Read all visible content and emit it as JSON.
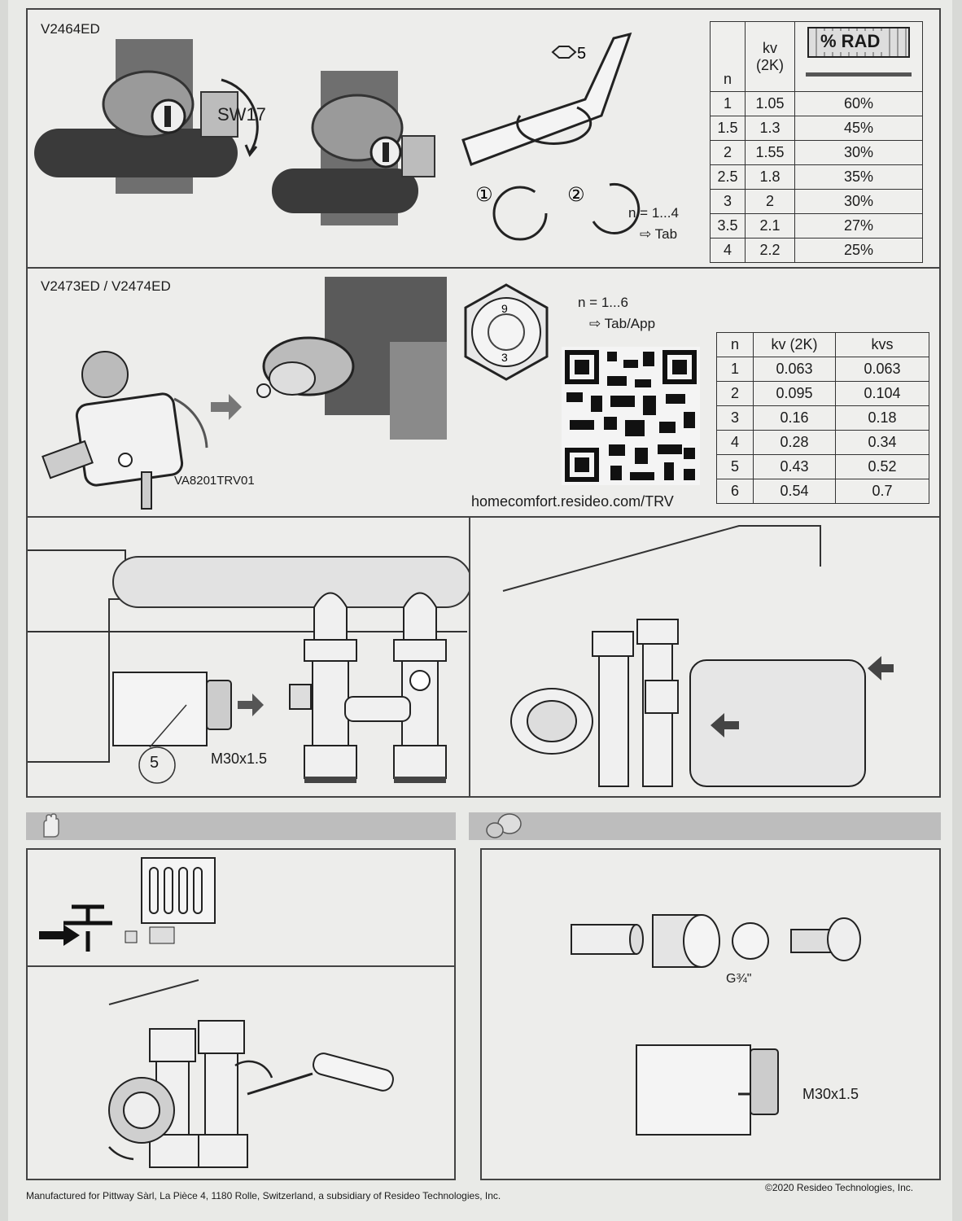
{
  "panel1": {
    "model": "V2464ED",
    "wrench_size": "SW17",
    "hex_size": "5",
    "step1": "①",
    "step2": "②",
    "n_range": "n = 1...4",
    "ref": "⇨ Tab",
    "table": {
      "col_n": "n",
      "col_kv": "kv\n(2K)",
      "col_rad": "% RAD",
      "rows": [
        [
          "1",
          "1.05",
          "60%"
        ],
        [
          "1.5",
          "1.3",
          "45%"
        ],
        [
          "2",
          "1.55",
          "30%"
        ],
        [
          "2.5",
          "1.8",
          "35%"
        ],
        [
          "3",
          "2",
          "30%"
        ],
        [
          "3.5",
          "2.1",
          "27%"
        ],
        [
          "4",
          "2.2",
          "25%"
        ]
      ]
    }
  },
  "panel2": {
    "model": "V2473ED / V2474ED",
    "tool": "VA8201TRV01",
    "n_range": "n = 1...6",
    "ref": "⇨ Tab/App",
    "url": "homecomfort.resideo.com/TRV",
    "dial_digits": [
      "9",
      "3"
    ],
    "table": {
      "headers": [
        "n",
        "kv (2K)",
        "kvs"
      ],
      "rows": [
        [
          "1",
          "0.063",
          "0.063"
        ],
        [
          "2",
          "0.095",
          "0.104"
        ],
        [
          "3",
          "0.16",
          "0.18"
        ],
        [
          "4",
          "0.28",
          "0.34"
        ],
        [
          "5",
          "0.43",
          "0.52"
        ],
        [
          "6",
          "0.54",
          "0.7"
        ]
      ]
    }
  },
  "panel3": {
    "thread": "M30x1.5",
    "setting": "5"
  },
  "panel5": {
    "pipe_thread": "G¾\"",
    "thread": "M30x1.5"
  },
  "footer": {
    "left": "Manufactured for Pittway Sàrl, La Pièce 4, 1180 Rolle, Switzerland, a subsidiary of Resideo Technologies, Inc.",
    "right": "©2020 Resideo Technologies, Inc."
  }
}
